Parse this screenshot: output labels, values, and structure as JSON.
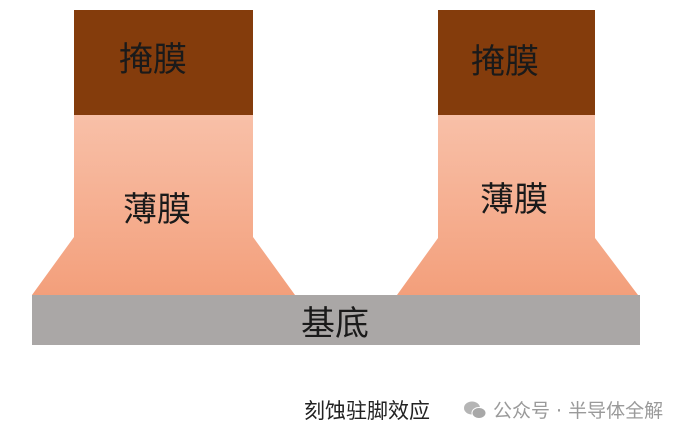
{
  "diagram": {
    "title": "刻蚀驻脚效应",
    "colors": {
      "mask": "#843C0C",
      "film_top": "#F7BBA2",
      "film_bottom": "#F4A07C",
      "substrate": "#AAA7A6",
      "background": "#FFFFFF"
    },
    "structures": [
      {
        "mask_label": "掩膜",
        "film_label": "薄膜"
      },
      {
        "mask_label": "掩膜",
        "film_label": "薄膜"
      }
    ],
    "substrate_label": "基底"
  },
  "caption": "刻蚀驻脚效应",
  "watermark": {
    "icon": "wechat-icon",
    "text": "公众号 · 半导体全解"
  }
}
